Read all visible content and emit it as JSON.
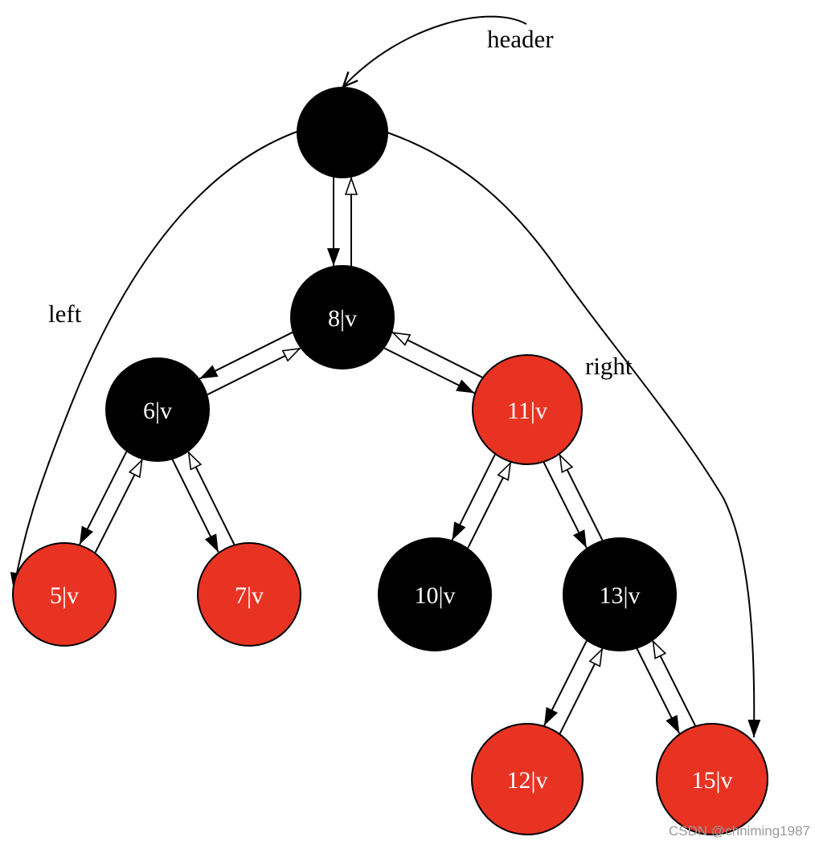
{
  "colors": {
    "red": "#e83323",
    "black": "#000000",
    "stroke": "#000000",
    "label": "#ffffff",
    "background": "#ffffff"
  },
  "labels": {
    "header": "header",
    "left": "left",
    "right": "right"
  },
  "nodes": [
    {
      "id": "header",
      "label": "",
      "color": "black"
    },
    {
      "id": "n8",
      "label": "8|v",
      "color": "black"
    },
    {
      "id": "n6",
      "label": "6|v",
      "color": "black"
    },
    {
      "id": "n11",
      "label": "11|v",
      "color": "red"
    },
    {
      "id": "n5",
      "label": "5|v",
      "color": "red"
    },
    {
      "id": "n7",
      "label": "7|v",
      "color": "red"
    },
    {
      "id": "n10",
      "label": "10|v",
      "color": "black"
    },
    {
      "id": "n13",
      "label": "13|v",
      "color": "black"
    },
    {
      "id": "n12",
      "label": "12|v",
      "color": "red"
    },
    {
      "id": "n15",
      "label": "15|v",
      "color": "red"
    }
  ],
  "edges": [
    {
      "from": "header",
      "to": "n8",
      "kind": "child"
    },
    {
      "from": "n8",
      "to": "header",
      "kind": "parent"
    },
    {
      "from": "n8",
      "to": "n6",
      "kind": "child"
    },
    {
      "from": "n6",
      "to": "n8",
      "kind": "parent"
    },
    {
      "from": "n8",
      "to": "n11",
      "kind": "child"
    },
    {
      "from": "n11",
      "to": "n8",
      "kind": "parent"
    },
    {
      "from": "n6",
      "to": "n5",
      "kind": "child"
    },
    {
      "from": "n5",
      "to": "n6",
      "kind": "parent"
    },
    {
      "from": "n6",
      "to": "n7",
      "kind": "child"
    },
    {
      "from": "n7",
      "to": "n6",
      "kind": "parent"
    },
    {
      "from": "n11",
      "to": "n10",
      "kind": "child"
    },
    {
      "from": "n10",
      "to": "n11",
      "kind": "parent"
    },
    {
      "from": "n11",
      "to": "n13",
      "kind": "child"
    },
    {
      "from": "n13",
      "to": "n11",
      "kind": "parent"
    },
    {
      "from": "n13",
      "to": "n12",
      "kind": "child"
    },
    {
      "from": "n12",
      "to": "n13",
      "kind": "parent"
    },
    {
      "from": "n13",
      "to": "n15",
      "kind": "child"
    },
    {
      "from": "n15",
      "to": "n13",
      "kind": "parent"
    }
  ],
  "watermark": "CSDN @chniming1987"
}
